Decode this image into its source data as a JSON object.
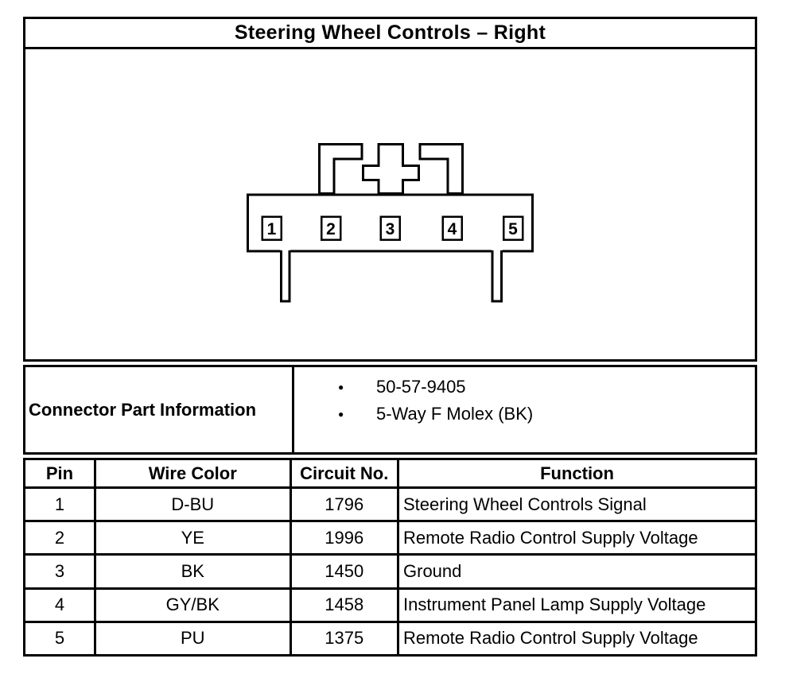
{
  "title": "Steering Wheel Controls – Right",
  "connector": {
    "description": "5-way connector front view",
    "pins": [
      "1",
      "2",
      "3",
      "4",
      "5"
    ]
  },
  "part_info": {
    "label": "Connector Part Information",
    "bullet": "●",
    "items": [
      "50-57-9405",
      "5-Way F Molex (BK)"
    ]
  },
  "pin_table": {
    "headers": [
      "Pin",
      "Wire Color",
      "Circuit No.",
      "Function"
    ],
    "rows": [
      [
        "1",
        "D-BU",
        "1796",
        "Steering Wheel Controls Signal"
      ],
      [
        "2",
        "YE",
        "1996",
        "Remote Radio Control Supply Voltage"
      ],
      [
        "3",
        "BK",
        "1450",
        "Ground"
      ],
      [
        "4",
        "GY/BK",
        "1458",
        "Instrument Panel Lamp Supply Voltage"
      ],
      [
        "5",
        "PU",
        "1375",
        "Remote Radio Control Supply Voltage"
      ]
    ]
  },
  "colors": {
    "line": "#000000",
    "background": "#ffffff"
  }
}
